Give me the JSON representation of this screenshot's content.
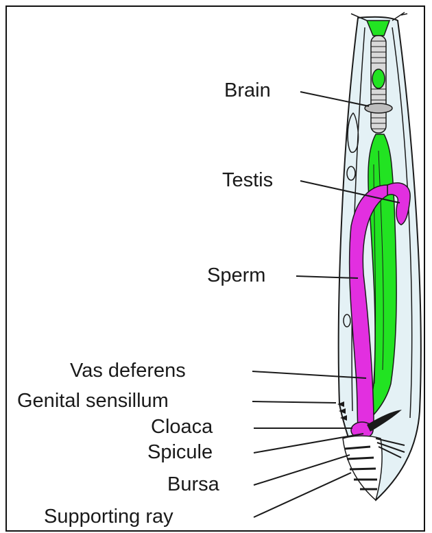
{
  "labels": {
    "brain": "Brain",
    "testis": "Testis",
    "sperm": "Sperm",
    "vas_deferens": "Vas deferens",
    "genital_sensillum": "Genital sensillum",
    "cloaca": "Cloaca",
    "spicule": "Spicule",
    "bursa": "Bursa",
    "supporting_ray": "Supporting ray"
  },
  "colors": {
    "intestine": "#22e322",
    "testis": "#e22fe0",
    "cuticle": "#dfeef2",
    "outline": "#1a1a1a"
  }
}
